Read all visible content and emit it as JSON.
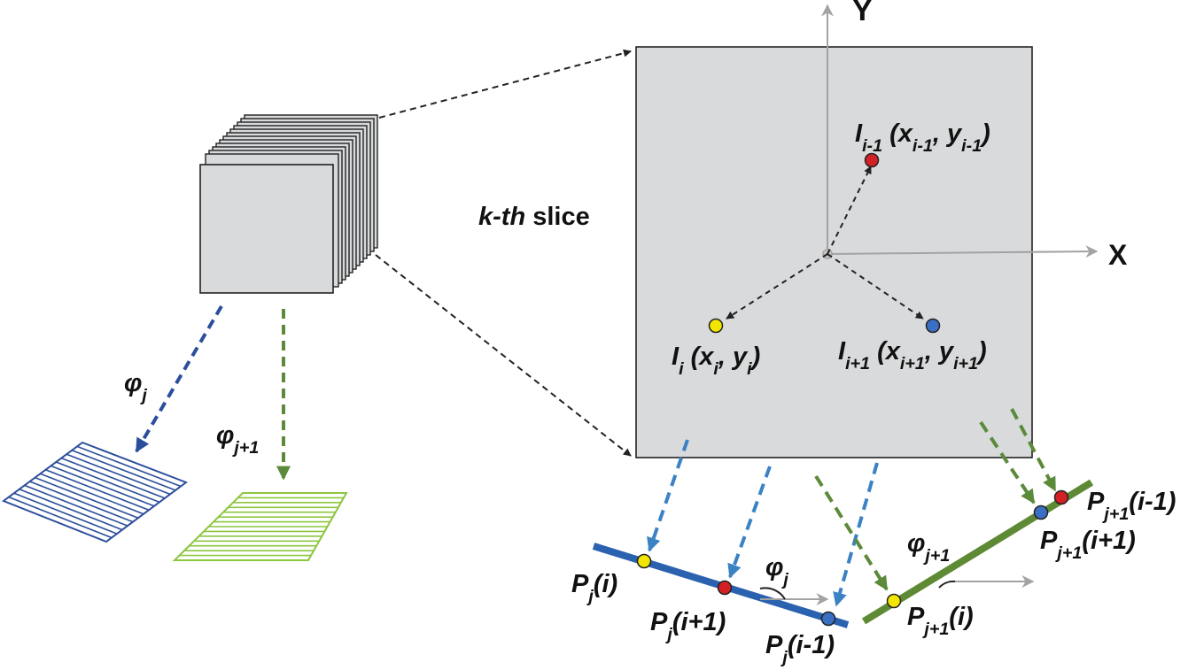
{
  "labels": {
    "axis_y": "Y",
    "axis_x": "X",
    "slice_italic": "k-th",
    "slice_rest": " slice",
    "phi_j": {
      "base": "φ",
      "sub": "j"
    },
    "phi_j1": {
      "base": "φ",
      "sub": "j+1"
    },
    "point_prev": {
      "name": "I",
      "sub": "i-1",
      "coords": [
        {
          "t": " (x"
        },
        {
          "sub": "i-1"
        },
        {
          "t": ", y"
        },
        {
          "sub": "i-1"
        },
        {
          "t": ")"
        }
      ]
    },
    "point_cur": {
      "name": "I",
      "sub": "i",
      "coords": [
        {
          "t": " (x"
        },
        {
          "sub": "i"
        },
        {
          "t": ", y"
        },
        {
          "sub": "i"
        },
        {
          "t": ")"
        }
      ]
    },
    "point_next": {
      "name": "I",
      "sub": "i+1",
      "coords": [
        {
          "t": " (x"
        },
        {
          "sub": "i+1"
        },
        {
          "t": ", y"
        },
        {
          "sub": "i+1"
        },
        {
          "t": ")"
        }
      ]
    },
    "proj_j_i": {
      "name": "P",
      "sub": "j",
      "arg": "(i)"
    },
    "proj_j_i1": {
      "name": "P",
      "sub": "j",
      "arg": "(i+1)"
    },
    "proj_j_im1": {
      "name": "P",
      "sub": "j",
      "arg": "(i-1)"
    },
    "proj_j1_i": {
      "name": "P",
      "sub": "j+1",
      "arg": "(i)"
    },
    "proj_j1_im1": {
      "name": "P",
      "sub": "j+1",
      "arg": "(i-1)"
    },
    "proj_j1_i1": {
      "name": "P",
      "sub": "j+1",
      "arg": "(i+1)"
    }
  },
  "colors": {
    "slice_fill": "#d9dadc",
    "axis_gray": "#a3a3a3",
    "blue_dash": "#3b82c4",
    "dark_blue": "#2b4e9c",
    "green_dash": "#5a8a3a",
    "green_line": "#5f8a35",
    "light_green": "#8cc63f",
    "point_red": "#d32027",
    "point_yellow": "#f2e600",
    "point_blue": "#3a6fc4"
  },
  "icons": {
    "slice_stack": "stack-of-slices-icon",
    "projection_j": "projection-hatched-plane-blue-icon",
    "projection_j1": "projection-hatched-plane-green-icon"
  }
}
